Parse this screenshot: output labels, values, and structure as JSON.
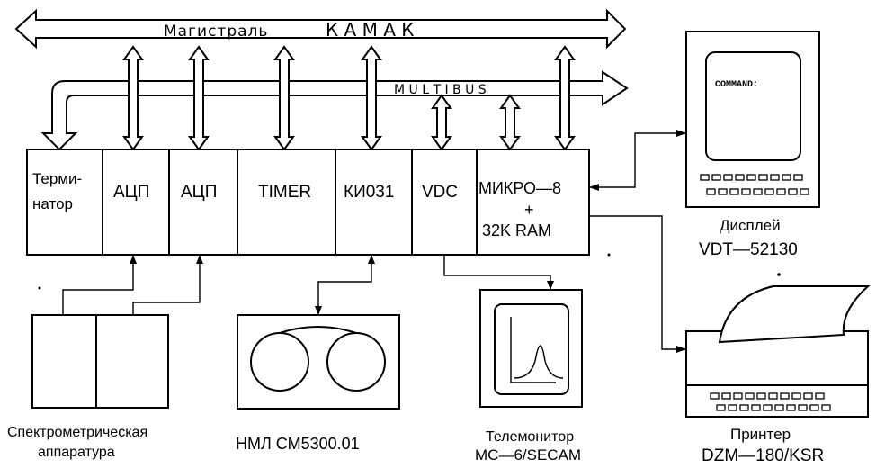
{
  "buses": {
    "kamak_label_a": "Магистраль",
    "kamak_label_b": "К А М А К",
    "multibus_label": "M U L T I B U S"
  },
  "modules": {
    "terminator_line1": "Терми-",
    "terminator_line2": "натор",
    "adc1": "АЦП",
    "adc2": "АЦП",
    "timer": "TIMER",
    "ki031": "КИ031",
    "vdc": "VDC",
    "micro_line1": "МИКРО—8",
    "micro_line2": "+",
    "micro_line3": "32K  RAM"
  },
  "peripherals": {
    "display_screen_text": "COMMAND:",
    "display_caption1": "Дисплей",
    "display_caption2": "VDT—52130",
    "printer_caption1": "Принтер",
    "printer_caption2": "DZM—180/KSR",
    "spectro_caption1": "Спектрометрическая",
    "spectro_caption2": "аппаратура",
    "tape_caption": "НМЛ  СМ5300.01",
    "monitor_caption1": "Телемонитор",
    "monitor_caption2": "МС—6/SECAM"
  }
}
